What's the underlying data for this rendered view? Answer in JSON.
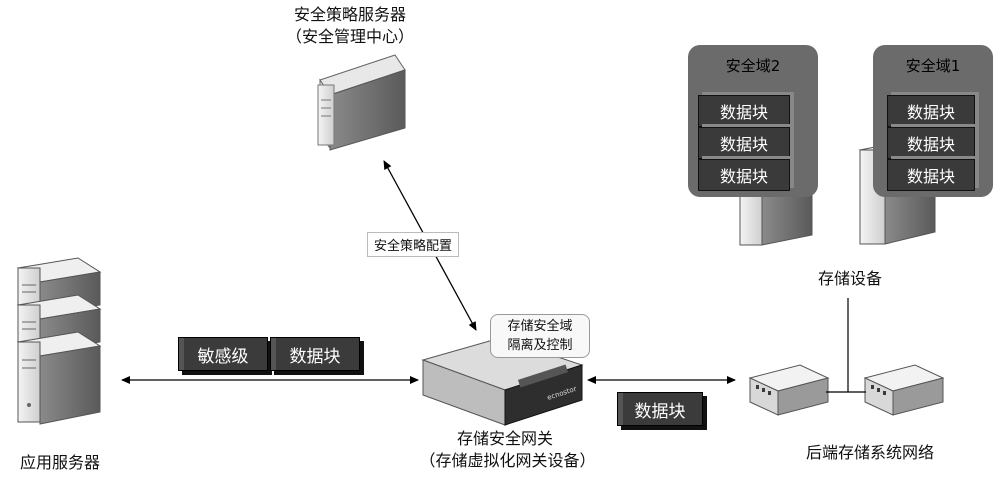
{
  "policy_server": {
    "title": "安全策略服务器",
    "subtitle": "（安全管理中心）"
  },
  "app_server": {
    "label": "应用服务器"
  },
  "gateway": {
    "title": "存储安全网关",
    "subtitle": "（存储虚拟化网关设备）",
    "callout_line1": "存储安全域",
    "callout_line2": "隔离及控制",
    "brand": "ecnostor"
  },
  "storage": {
    "label": "存储设备"
  },
  "network": {
    "label": "后端存储系统网络"
  },
  "policy_config": {
    "label": "安全策略配置"
  },
  "app_packet": {
    "sensitivity": "敏感级",
    "block": "数据块"
  },
  "backend_packet": {
    "block": "数据块"
  },
  "zones": [
    {
      "title": "安全域2",
      "blocks": [
        "数据块",
        "数据块",
        "数据块"
      ]
    },
    {
      "title": "安全域1",
      "blocks": [
        "数据块",
        "数据块",
        "数据块"
      ]
    }
  ]
}
